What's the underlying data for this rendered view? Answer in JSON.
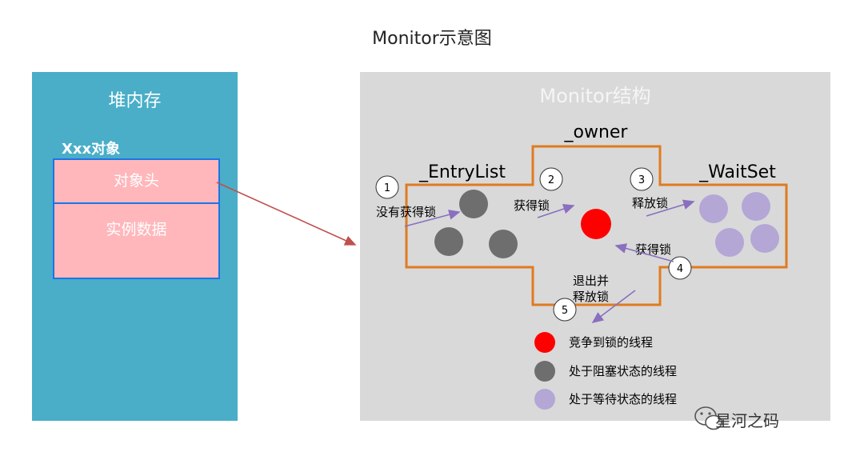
{
  "title": "Monitor示意图",
  "heap": {
    "title": "堆内存",
    "object_label": "Xxx对象",
    "object_header": "对象头",
    "instance_data": "实例数据"
  },
  "monitor": {
    "title": "Monitor结构",
    "owner": "_owner",
    "entry_list": "_EntryList",
    "wait_set": "_WaitSet",
    "steps": [
      {
        "num": "1",
        "label": "没有获得锁"
      },
      {
        "num": "2",
        "label": "获得锁"
      },
      {
        "num": "3",
        "label": "释放锁"
      },
      {
        "num": "4",
        "label": "获得锁"
      },
      {
        "num": "5",
        "label": "退出并",
        "label2": "释放锁"
      }
    ]
  },
  "legend": [
    {
      "label": "竞争到锁的线程",
      "color": "#ff0000"
    },
    {
      "label": "处于阻塞状态的线程",
      "color": "#6e6e6e"
    },
    {
      "label": "处于等待状态的线程",
      "color": "#b4a7d6"
    }
  ],
  "watermark": {
    "icon": "wechat-icon",
    "text": "星河之码"
  },
  "colors": {
    "heap_bg": "#4aaec8",
    "monitor_bg": "#d9d9d9",
    "outline": "#e07b1f",
    "arrow": "#8a6fbf",
    "pointer_arrow": "#c0504d"
  }
}
